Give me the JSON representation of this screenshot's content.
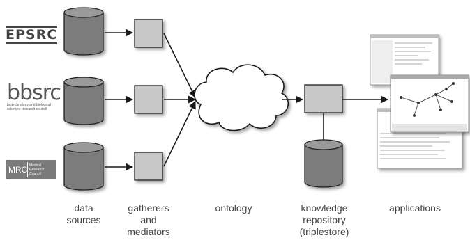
{
  "logos": {
    "epsrc": "EPSRC",
    "bbsrc": "bbsrc",
    "bbsrc_tagline": "biotechnology and biological sciences research council",
    "mrc_abbr": "MRC",
    "mrc_full": "Medical Research Council"
  },
  "labels": {
    "data_sources": "data\nsources",
    "gatherers": "gatherers\nand\nmediators",
    "ontology": "ontology",
    "repository": "knowledge\nrepository\n(triplestore)",
    "applications": "applications"
  },
  "colors": {
    "cylinder_fill": "#7b7b7b",
    "cylinder_top": "#9a9a9a",
    "box_fill": "#c8c8c8",
    "line": "#1a1a1a"
  }
}
